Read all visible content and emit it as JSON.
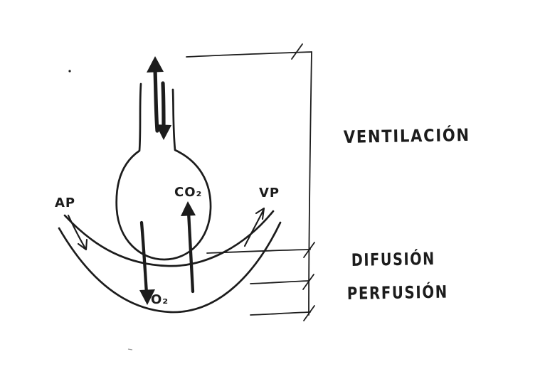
{
  "labels": {
    "ventilacion": "VENTILACIÓN",
    "difusion": "DIFUSIÓN",
    "perfusion": "PERFUSIÓN",
    "ap": "AP",
    "vp": "VP",
    "co2": "CO₂",
    "o2": "O₂"
  },
  "colors": {
    "ink": "#1c1c1c",
    "paper": "#ffffff"
  }
}
